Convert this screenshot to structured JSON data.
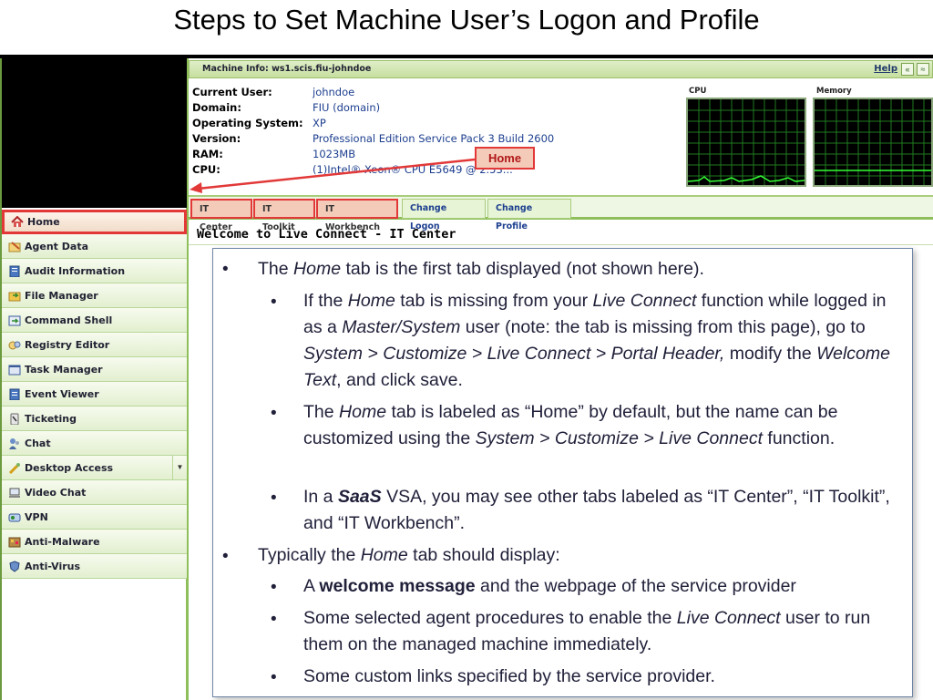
{
  "slide": {
    "title": "Steps to Set Machine User’s Logon and Profile"
  },
  "colors": {
    "accent_red": "#e23838",
    "green_frame": "#8fbf5a",
    "value_blue": "#1d3f8f"
  },
  "sidebar": {
    "items": [
      {
        "label": "Home",
        "icon": "home-icon"
      },
      {
        "label": "Agent Data",
        "icon": "agent-data-icon"
      },
      {
        "label": "Audit Information",
        "icon": "audit-icon"
      },
      {
        "label": "File Manager",
        "icon": "file-manager-icon"
      },
      {
        "label": "Command Shell",
        "icon": "command-shell-icon"
      },
      {
        "label": "Registry Editor",
        "icon": "registry-icon"
      },
      {
        "label": "Task Manager",
        "icon": "task-manager-icon"
      },
      {
        "label": "Event Viewer",
        "icon": "event-viewer-icon"
      },
      {
        "label": "Ticketing",
        "icon": "ticketing-icon"
      },
      {
        "label": "Chat",
        "icon": "chat-icon"
      },
      {
        "label": "Desktop Access",
        "icon": "desktop-access-icon"
      },
      {
        "label": "Video Chat",
        "icon": "video-chat-icon"
      },
      {
        "label": "VPN",
        "icon": "vpn-icon"
      },
      {
        "label": "Anti-Malware",
        "icon": "anti-malware-icon"
      },
      {
        "label": "Anti-Virus",
        "icon": "anti-virus-icon"
      }
    ]
  },
  "infobar": {
    "title": "Machine Info: ws1.scis.fiu-johndoe",
    "help": "Help",
    "collapse": "«",
    "up": "≈"
  },
  "info": {
    "rows": [
      {
        "key": "Current User:",
        "value": "johndoe"
      },
      {
        "key": "Domain:",
        "value": "FIU (domain)"
      },
      {
        "key": "Operating System:",
        "value": "XP"
      },
      {
        "key": "Version:",
        "value": "Professional Edition Service Pack 3 Build 2600"
      },
      {
        "key": "RAM:",
        "value": "1023MB"
      },
      {
        "key": "CPU:",
        "value": "(1)Intel® Xeon® CPU E5649 @ 2.53..."
      }
    ]
  },
  "graphs": {
    "cpu_label": "CPU",
    "memory_label": "Memory"
  },
  "callout": "Home",
  "tabs": [
    "IT Center",
    "IT Toolkit",
    "IT Workbench",
    "Change Logon",
    "Change Profile"
  ],
  "welcome": "Welcome to Live Connect - IT Center",
  "body": {
    "b1": [
      "The ",
      "Home",
      " tab is the first tab displayed (not shown here)."
    ],
    "b1a": [
      "If the ",
      "Home",
      " tab is missing from your ",
      "Live Connect",
      " function while logged in as a ",
      "Master/System",
      " user (note: the tab is missing from this page), go to ",
      "System > Customize > Live Connect > Portal Header,",
      " modify the ",
      "Welcome Text",
      ", and click save."
    ],
    "b1b": [
      "The ",
      "Home",
      " tab is labeled as “Home” by default, but the name can be customized using the ",
      "System > Customize > Live Connect",
      " function."
    ],
    "b1c": [
      "In a ",
      "SaaS",
      " VSA, you may see other tabs labeled as “IT Center”, “IT Toolkit”, and “IT Workbench”."
    ],
    "b2": [
      "Typically the ",
      "Home",
      " tab should display:"
    ],
    "b2a": [
      "A ",
      "welcome message",
      " and the webpage of the service provider"
    ],
    "b2b": [
      "Some selected agent procedures to enable the ",
      "Live Connect",
      " user to run them on the managed machine immediately."
    ],
    "b2c": [
      "Some custom links specified by the service provider."
    ],
    "bullet_char": "•"
  }
}
